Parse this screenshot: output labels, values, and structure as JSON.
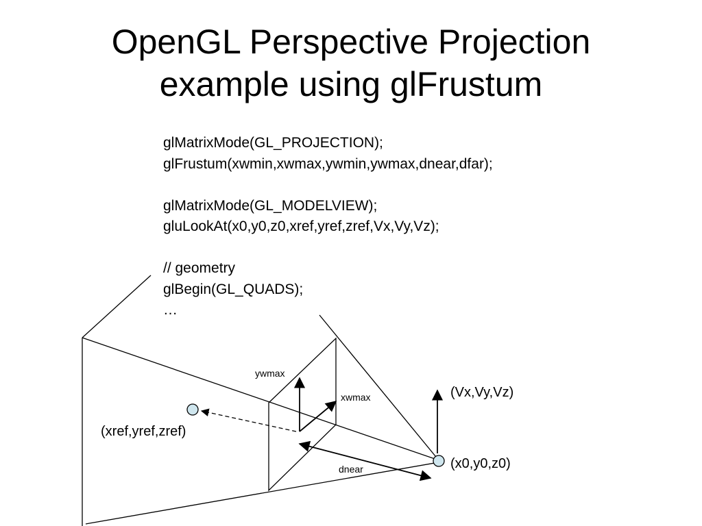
{
  "slide": {
    "title_line1": "OpenGL Perspective Projection",
    "title_line2": "example using glFrustum"
  },
  "code": {
    "lines": [
      "glMatrixMode(GL_PROJECTION);",
      "glFrustum(xwmin,xwmax,ywmin,ywmax,dnear,dfar);",
      "",
      "glMatrixMode(GL_MODELVIEW);",
      "gluLookAt(x0,y0,z0,xref,yref,zref,Vx,Vy,Vz);",
      "",
      "// geometry",
      "glBegin(GL_QUADS);",
      "…"
    ]
  },
  "diagram": {
    "labels": {
      "ref_point": "(xref,yref,zref)",
      "up_vector": "(Vx,Vy,Vz)",
      "eye_point": "(x0,y0,z0)",
      "ywmax": "ywmax",
      "xwmax": "xwmax",
      "dnear": "dnear"
    },
    "colors": {
      "point_fill": "#cfe6ee",
      "stroke": "#000000"
    }
  }
}
